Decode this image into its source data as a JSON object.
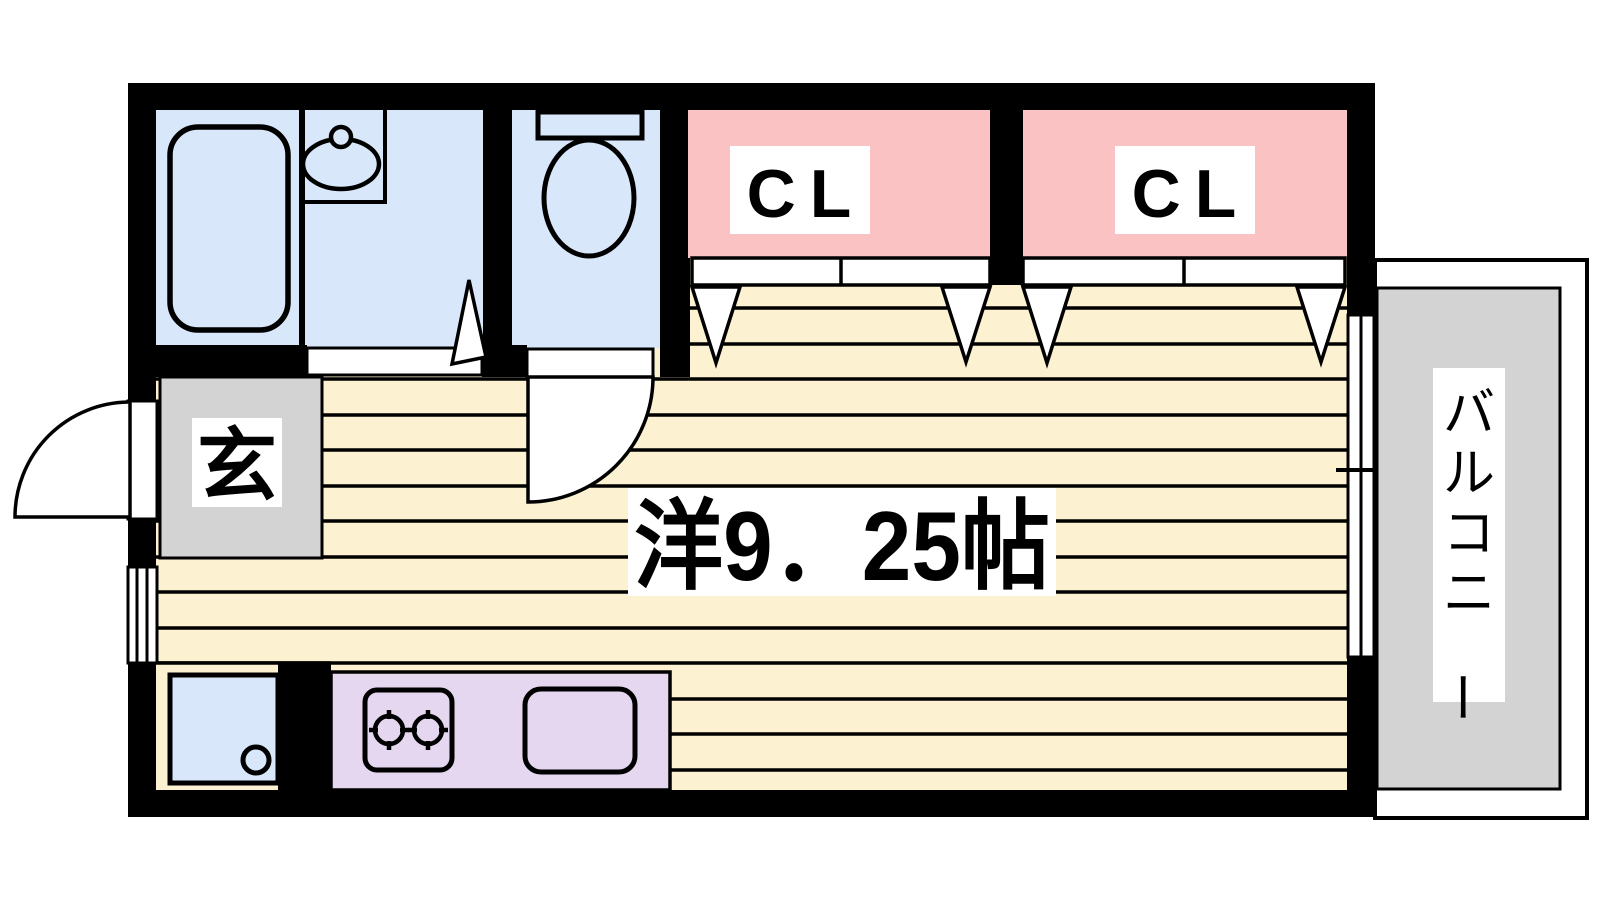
{
  "floorplan": {
    "labels": {
      "main_room": "洋9．25帖",
      "entrance": "玄",
      "closet_left": "CL",
      "closet_right": "CL",
      "balcony": "バルコニー"
    },
    "colors": {
      "wall": "#000000",
      "flooring": "#fcf2d2",
      "wet_area_blue": "#d9e7fa",
      "closet_pink": "#fbc2c3",
      "kitchen_lavender": "#e6d7f0",
      "concrete_gray": "#d3d3d3",
      "label_background": "#ffffff",
      "line": "#000000"
    }
  }
}
